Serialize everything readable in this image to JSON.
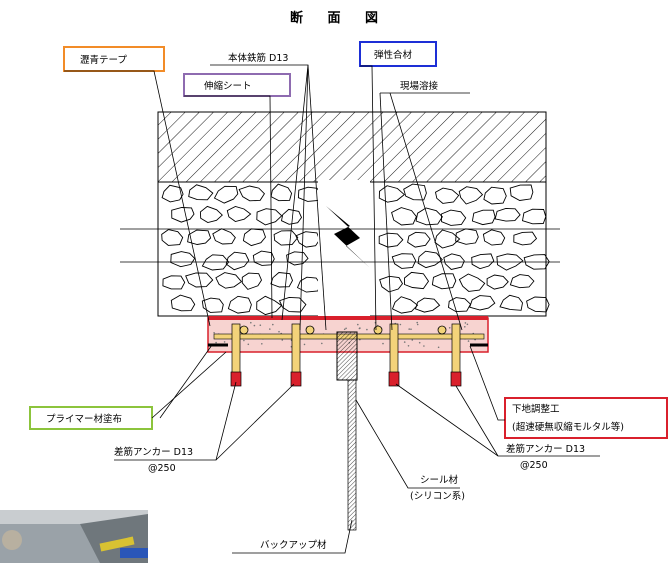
{
  "title": "断 面 図",
  "labels": {
    "asphalt_tape": "瀝青テープ",
    "rebar_main": "本体鉄筋 D13",
    "elastic_compound": "弾性合材",
    "expansion_sheet": "伸縮シート",
    "site_welding": "現場溶接",
    "primer": "プライマー材塗布",
    "anchor_left": "差筋アンカー D13",
    "pitch_left": "@250",
    "base_adjust": "下地調整工",
    "base_adjust_note": "(超速硬無収縮モルタル等)",
    "anchor_right": "差筋アンカー D13",
    "pitch_right": "@250",
    "sealant": "シール材",
    "sealant_note": "(シリコン系)",
    "backup": "バックアップ材"
  },
  "colors": {
    "orange_box": "#f28c28",
    "purple_box": "#8e6bb0",
    "blue_box": "#1d2fd6",
    "green_box": "#8cc43c",
    "red": "#d9202c",
    "mortar": "#f7d3d0",
    "rebar": "#f3d37a"
  }
}
